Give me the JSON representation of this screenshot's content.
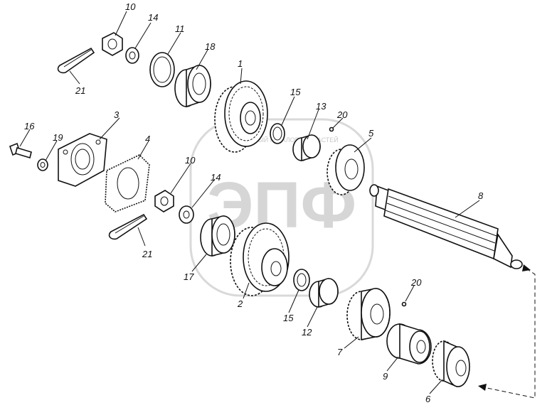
{
  "watermark": {
    "logo_text": "ЭПФ",
    "ring_text": "ЭЛЕКТРОННЫЙ КАТАЛОГ ЗАПЧАСТЕЙ"
  },
  "callouts": {
    "p1": "1",
    "p2": "2",
    "p3": "3",
    "p4": "4",
    "p5": "5",
    "p6": "6",
    "p7": "7",
    "p8": "8",
    "p9": "9",
    "p10a": "10",
    "p10b": "10",
    "p11": "11",
    "p12": "12",
    "p13": "13",
    "p14a": "14",
    "p14b": "14",
    "p15a": "15",
    "p15b": "15",
    "p16": "16",
    "p17": "17",
    "p18": "18",
    "p19": "19",
    "p20a": "20",
    "p20b": "20",
    "p21a": "21",
    "p21b": "21"
  }
}
